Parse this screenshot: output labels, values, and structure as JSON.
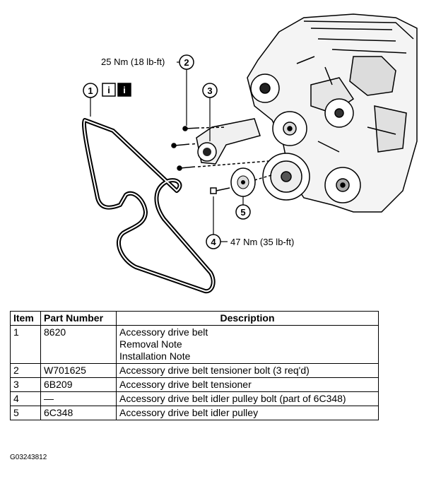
{
  "callouts": {
    "c1": {
      "number": "1",
      "icons": [
        "info-icon",
        "info-icon"
      ],
      "icon_glyph": "i"
    },
    "c2": {
      "number": "2",
      "torque": "25 Nm (18 lb-ft)"
    },
    "c3": {
      "number": "3"
    },
    "c4": {
      "number": "4",
      "torque": "47 Nm (35 lb-ft)"
    },
    "c5": {
      "number": "5"
    }
  },
  "table": {
    "headers": [
      "Item",
      "Part Number",
      "Description"
    ],
    "rows": [
      {
        "item": "1",
        "part": "8620",
        "desc": [
          "Accessory drive belt",
          "Removal Note",
          "Installation Note"
        ]
      },
      {
        "item": "2",
        "part": "W701625",
        "desc": [
          "Accessory drive belt tensioner bolt (3 req'd)"
        ]
      },
      {
        "item": "3",
        "part": "6B209",
        "desc": [
          "Accessory drive belt tensioner"
        ]
      },
      {
        "item": "4",
        "part": "—",
        "desc": [
          "Accessory drive belt idler pulley bolt (part of 6C348)"
        ]
      },
      {
        "item": "5",
        "part": "6C348",
        "desc": [
          "Accessory drive belt idler pulley"
        ]
      }
    ]
  },
  "figure_id": "G03243812"
}
